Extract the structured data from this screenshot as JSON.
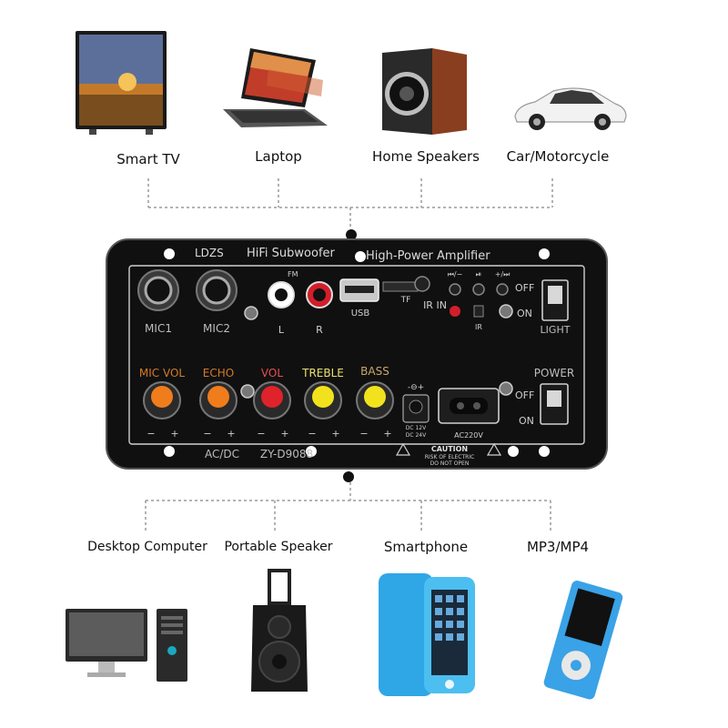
{
  "top_devices": [
    {
      "label": "Smart TV"
    },
    {
      "label": "Laptop"
    },
    {
      "label": "Home Speakers"
    },
    {
      "label": "Car/Motorcycle"
    }
  ],
  "bottom_devices": [
    {
      "label": "Desktop Computer"
    },
    {
      "label": "Portable Speaker"
    },
    {
      "label": "Smartphone"
    },
    {
      "label": "MP3/MP4"
    }
  ],
  "board": {
    "brand": "LDZS",
    "title_left": "HiFi Subwoofer",
    "title_right": "High-Power Amplifier",
    "fm": "FM",
    "mic1": "MIC1",
    "mic2": "MIC2",
    "rca_l": "L",
    "rca_r": "R",
    "usb": "USB",
    "tf": "TF",
    "ir_in": "IR IN",
    "ir": "IR",
    "prev": "⏮/−",
    "play": "⏯",
    "next": "+/⏭",
    "light_off": "OFF",
    "light_on": "ON",
    "light": "LIGHT",
    "knobs": [
      {
        "label": "MIC VOL",
        "color": "#f07c1c",
        "label_color": "#d27a2a"
      },
      {
        "label": "ECHO",
        "color": "#f07c1c",
        "label_color": "#d27a2a"
      },
      {
        "label": "VOL",
        "color": "#e0222a",
        "label_color": "#e45050"
      },
      {
        "label": "TREBLE",
        "color": "#f2e21e",
        "label_color": "#e8e070"
      },
      {
        "label": "BASS",
        "color": "#f2e21e",
        "label_color": "#c9a86a"
      }
    ],
    "knob_minus": "−",
    "knob_plus": "+",
    "dc_in": "-⊖+",
    "dc_lines": [
      "DC 12V",
      "DC 24V"
    ],
    "ac_label": "AC220V",
    "power": "POWER",
    "power_off": "OFF",
    "power_on": "ON",
    "model_left": "AC/DC",
    "model_right": "ZY-D9088",
    "caution_title": "CAUTION",
    "caution_lines": [
      "RISK OF ELECTRIC",
      "DO NOT OPEN"
    ]
  },
  "colors": {
    "board": "#101010",
    "board_line": "#cfcfcf",
    "connector": "#999999"
  }
}
